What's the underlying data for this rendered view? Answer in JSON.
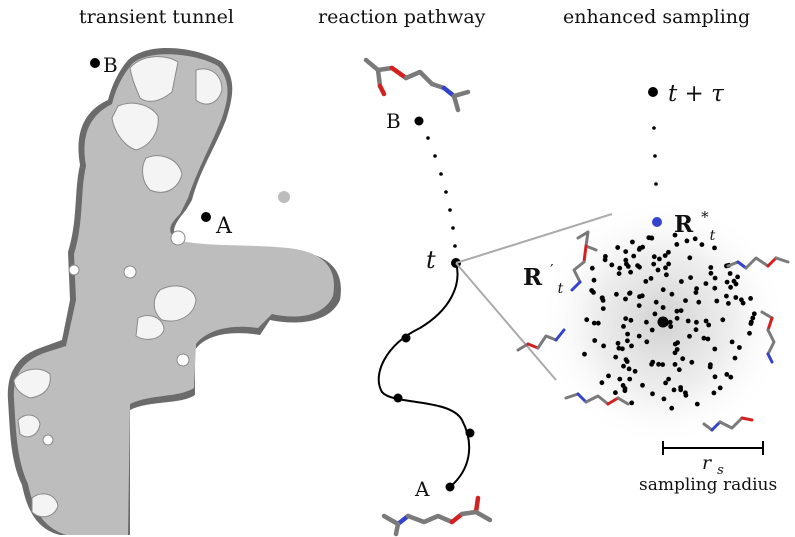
{
  "panels": {
    "tunnel": {
      "title": "transient tunnel",
      "label_a": "A",
      "label_b": "B"
    },
    "pathway": {
      "title": "reaction pathway",
      "label_a": "A",
      "label_b": "B",
      "label_t": "t"
    },
    "sampling": {
      "title": "enhanced sampling",
      "label_t_tau": "t + τ",
      "label_r_star": "R",
      "label_r_star_sup": "*",
      "label_r_star_sub": "t",
      "label_r_prime": "R",
      "label_r_prime_sup": "′",
      "label_r_prime_sub": "t",
      "radius_symbol": "r",
      "radius_symbol_sub": "s",
      "radius_caption": "sampling radius"
    }
  },
  "colors": {
    "surface": "#bdbdbd",
    "surface_edge": "#6b6b6b",
    "highlight": "#f4f4f4",
    "dot": "#000000",
    "blue_dot": "#3344cc",
    "guide_line": "#aaaaaa",
    "mol_carbon": "#7a7a7a",
    "mol_oxygen": "#d42020",
    "mol_nitrogen": "#3344cc"
  }
}
